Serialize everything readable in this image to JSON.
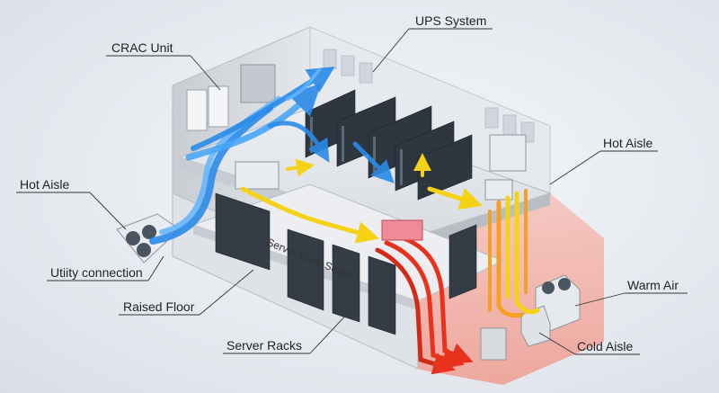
{
  "labels": {
    "ups_system": "UPS System",
    "crac_unit": "CRAC Unit",
    "hot_aisle_right": "Hot Aisle",
    "hot_aisle_left": "Hot Aisle",
    "utility_connection": "Utiity connection",
    "raised_floor": "Raised Floor",
    "server_racks": "Server Racks",
    "warm_air": "Warm Air",
    "cold_aisle": "Cold Aisle",
    "server_floor_section": "Server Floor Setien"
  },
  "colors": {
    "cool_air": "#3a9df0",
    "warm_air_yellow": "#f5d215",
    "warm_air_orange": "#f5a020",
    "hot_air_red": "#e8321e",
    "warm_zone": "#f4b8b0",
    "rack": "#2e3640"
  }
}
